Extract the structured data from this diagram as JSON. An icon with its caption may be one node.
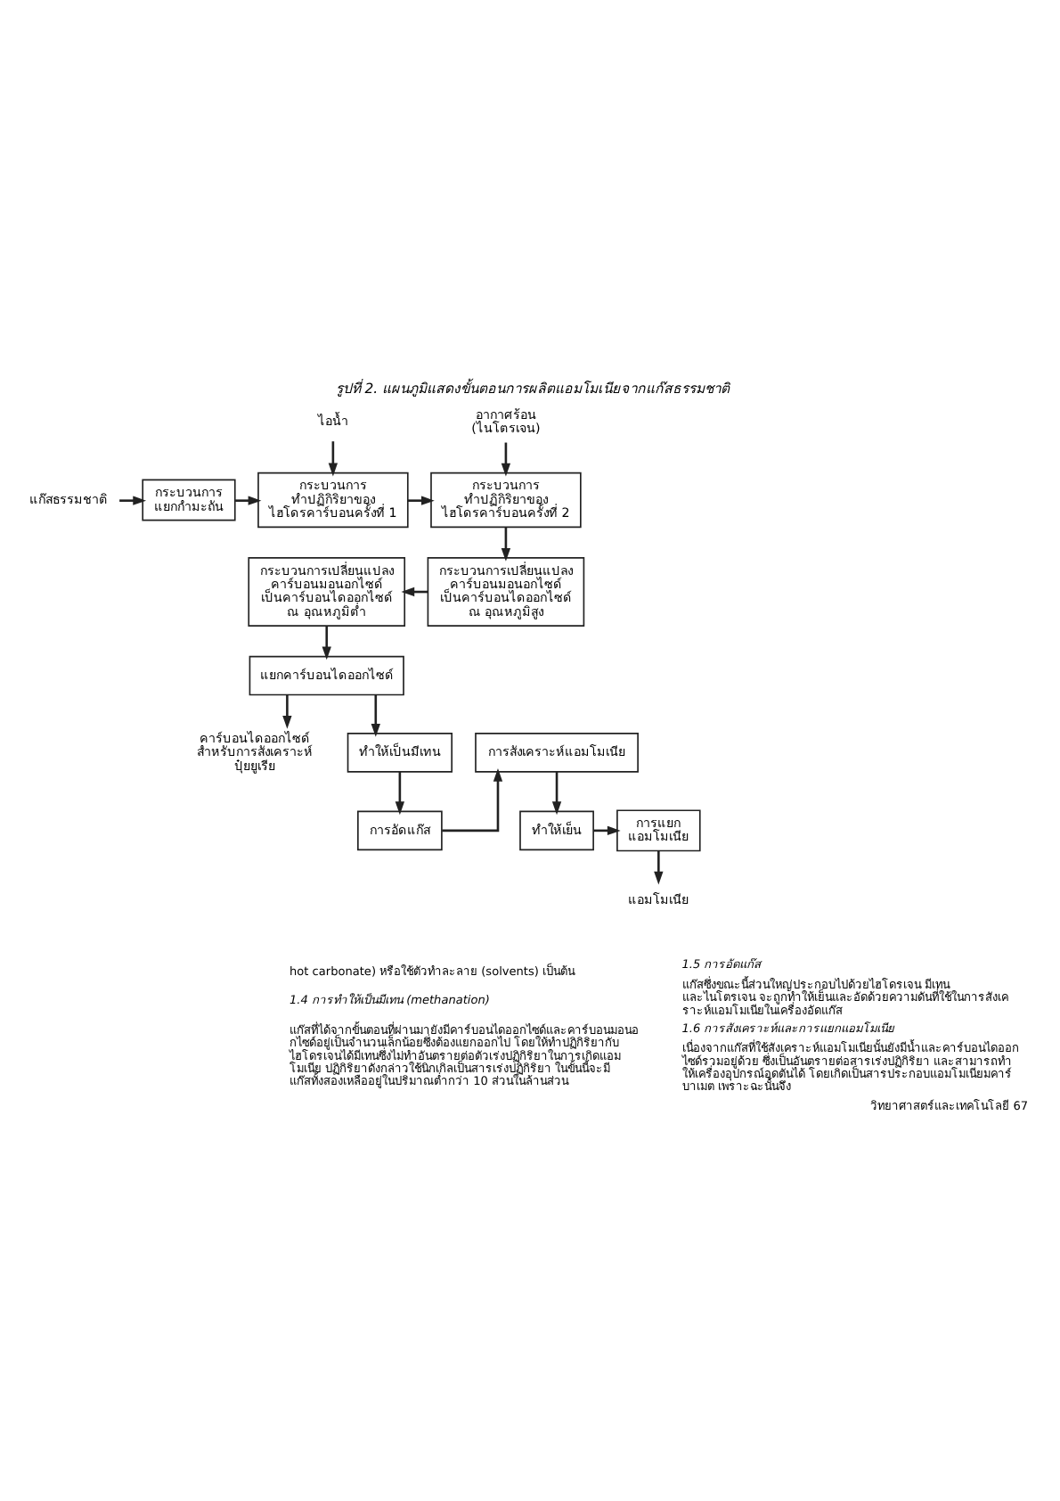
{
  "diagram": {
    "caption": "รูปที่ 2. แผนภูมิแสดงขั้นตอนการผลิตแอมโมเนียจากแก๊สธรรมชาติ",
    "nodes": [
      {
        "text": [
          "ไอน้ำ"
        ]
      },
      {
        "text": [
          "อากาศร้อน (ไนโตรเจน)"
        ]
      },
      {
        "text": [
          "แก๊สธรรมชาติ"
        ]
      },
      {
        "text": [
          "กระบวนการ แยกกำมะถัน"
        ]
      },
      {
        "text": [
          "กระบวนการ ทำปฏิกิริยาของ ไฮโดรคาร์บอนครั้งที่ 1"
        ]
      },
      {
        "text": [
          "กระบวนการ ทำปฏิกิริยาของ ไฮโดรคาร์บอนครั้งที่ 2"
        ]
      },
      {
        "text": [
          "แยกคาร์บอนไดออกไซด์"
        ]
      },
      {
        "text": [
          "กระบวนการเปลี่ยนแปลง คาร์บอนมอนอกไซด์ เป็นคาร์บอนไดออกไซด์ ณ อุณหภูมิต่ำ"
        ]
      },
      {
        "text": [
          "กระบวนการเปลี่ยนแปลง คาร์บอนมอนอกไซด์ เป็นคาร์บอนไดออกไซด์ ณ อุณหภูมิสูง"
        ]
      },
      {
        "text": [
          "คาร์บอนไดออกไซด์ สำหรับการสังเคราะห์ ปุ๋ยยูเรีย"
        ]
      },
      {
        "text": [
          "ทำให้เป็นมีเทน"
        ]
      },
      {
        "text": [
          "การสังเคราะห์แอมโมเนีย"
        ]
      },
      {
        "text": [
          "การอัดแก๊ส"
        ]
      },
      {
        "text": [
          "ทำให้เย็น"
        ]
      },
      {
        "text": [
          "การแยก แอมโมเนีย"
        ]
      },
      {
        "text": [
          "แอมโมเนีย"
        ]
      }
    ],
    "edges": [
      {
        "from": 2,
        "to": 3,
        "arrow": "to"
      },
      {
        "from": 3,
        "to": 4,
        "arrow": "to"
      },
      {
        "from": 0,
        "to": 4,
        "arrow": "to"
      },
      {
        "from": 4,
        "to": 5,
        "arrow": "to"
      },
      {
        "from": 1,
        "to": 5,
        "arrow": "to"
      },
      {
        "from": 5,
        "to": 8,
        "arrow": "to"
      },
      {
        "from": 8,
        "to": 7,
        "arrow": "to"
      },
      {
        "from": 7,
        "to": 6,
        "arrow": "to"
      },
      {
        "from": 6,
        "to": 9,
        "arrow": "to"
      },
      {
        "from": 6,
        "to": 10,
        "arrow": "to"
      },
      {
        "from": 10,
        "to": 12,
        "arrow": "to"
      },
      {
        "from": 12,
        "to": 11,
        "arrow": "to"
      },
      {
        "from": 11,
        "to": 13,
        "arrow": "to"
      },
      {
        "from": 13,
        "to": 14,
        "arrow": "to"
      },
      {
        "from": 14,
        "to": 15,
        "arrow": "to"
      }
    ],
    "labels": [
      "hot carbonate) หรือใช้ตัวทำละลาย (solvents) เป็นต้น",
      "1.4 การทำให้เป็นมีเทน (methanation)",
      "แก๊สที่ได้จากขั้นตอนที่ผ่านมายังมีคาร์บอนไดออกไซด์และคาร์บอนมอนอกไซด์อยู่เป็นจำนวนเล็กน้อยซึ่งต้องแยกออกไป โดยให้ทำปฏิกิริยากับไฮโดรเจนได้มีเทนซึ่งไม่ทำอันตรายต่อตัวเร่งปฏิกิริยาในการเกิดแอมโมเนีย ปฏิกิริยาดังกล่าวใช้นิกเกิลเป็นสารเร่งปฏิกิริยา ในขั้นนี้จะมีแก๊สทั้งสองเหลืออยู่ในปริมาณต่ำกว่า 10 ส่วนในล้านส่วน",
      "1.5 การอัดแก๊ส",
      "แก๊สซึ่งขณะนี้ส่วนใหญ่ประกอบไปด้วยไฮโดรเจน มีเทน และไนโตรเจน จะถูกทำให้เย็นและอัดด้วยความดันที่ใช้ในการสังเคราะห์แอมโมเนียในเครื่องอัดแก๊ส",
      "1.6 การสังเคราะห์และการแยกแอมโมเนีย",
      "เนื่องจากแก๊สที่ใช้สังเคราะห์แอมโมเนียนั้นยังมีน้ำและคาร์บอนไดออกไซด์รวมอยู่ด้วย ซึ่งเป็นอันตรายต่อสารเร่งปฏิกิริยา และสามารถทำให้เครื่องอุปกรณ์อุดตันได้ โดยเกิดเป็นสารประกอบแอมโมเนียมคาร์บาเมต เพราะฉะนั้นจึง",
      "วิทยาศาสตร์และเทคโนโลยี 67"
    ]
  }
}
